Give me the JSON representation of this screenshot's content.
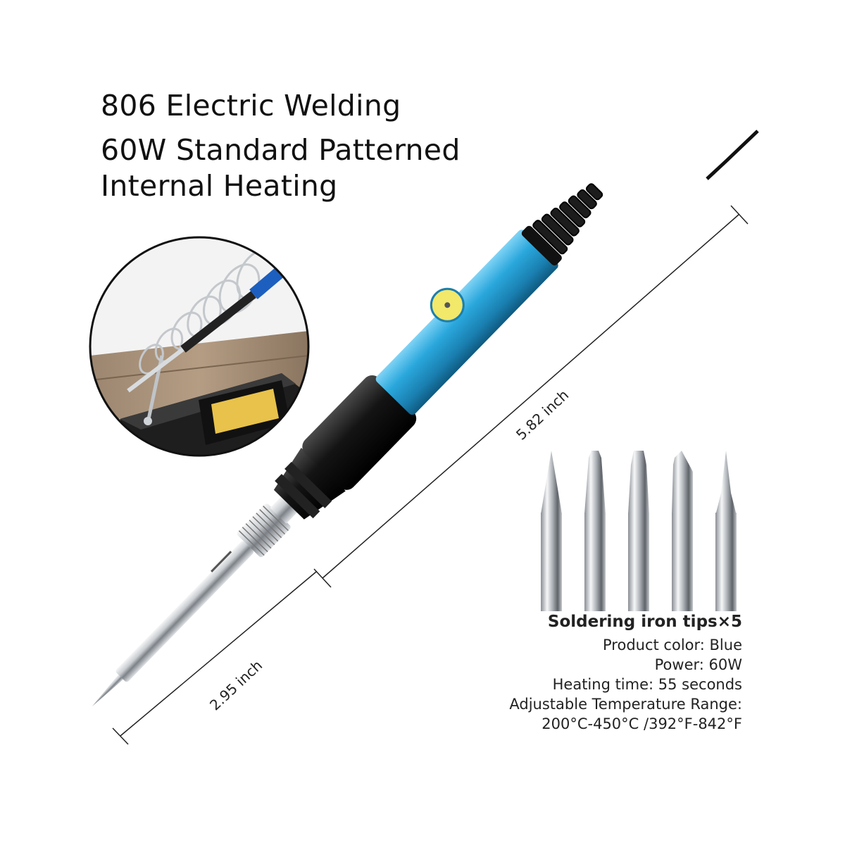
{
  "headline": {
    "line1": "806 Electric Welding",
    "line2": "60W Standard Patterned",
    "line3": "Internal Heating"
  },
  "dimensions": {
    "length_label": "5.82 inch",
    "tip_label": "2.95 inch"
  },
  "tips": {
    "title": "Soldering iron tips×5",
    "count": 5
  },
  "specs": {
    "color": "Product color: Blue",
    "power": "Power: 60W",
    "heating": "Heating time: 55 seconds",
    "range_label": "Adjustable Temperature Range:",
    "range_value": "200°C-450°C /392°F-842°F"
  },
  "colors": {
    "handle_blue": "#2aa7dc",
    "grip_black": "#141414",
    "metal": "#c9cdd1",
    "sponge": "#e8c24a",
    "table_wood": "#8a7560",
    "text": "#111111"
  },
  "icons": {
    "iron": "soldering-iron-illustration",
    "stand": "soldering-stand-photo",
    "tip": "soldering-tip-icon",
    "dial": "temperature-dial-icon"
  }
}
